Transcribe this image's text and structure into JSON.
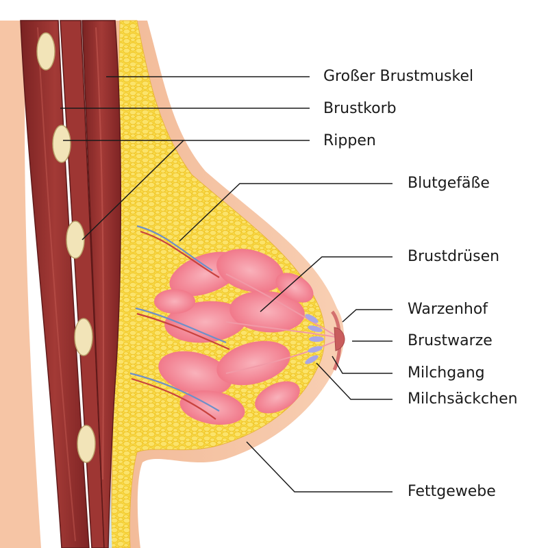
{
  "labels": {
    "pectoral_muscle": "Großer Brustmuskel",
    "chest_wall": "Brustkorb",
    "ribs": "Rippen",
    "blood_vessels": "Blutgefäße",
    "mammary_glands": "Brustdrüsen",
    "areola": "Warzenhof",
    "nipple": "Brustwarze",
    "milk_duct": "Milchgang",
    "milk_sacs": "Milchsäckchen",
    "fat_tissue": "Fettgewebe"
  },
  "colors": {
    "skin": "#f5c4a4",
    "skin_shadow": "#e8a987",
    "fat": "#f7d53a",
    "fat_cell": "#f2c21e",
    "muscle": "#8c2a2a",
    "muscle_light": "#a93d3a",
    "rib_bone": "#f0e2b4",
    "gland": "#f27a8a",
    "gland_light": "#f8a3ae",
    "vein": "#6d8fc9",
    "artery": "#c8423e",
    "duct": "#a9a6e6",
    "nipple": "#d4706e",
    "fascia": "#cfe3ef",
    "leader": "#1a1a1a"
  }
}
